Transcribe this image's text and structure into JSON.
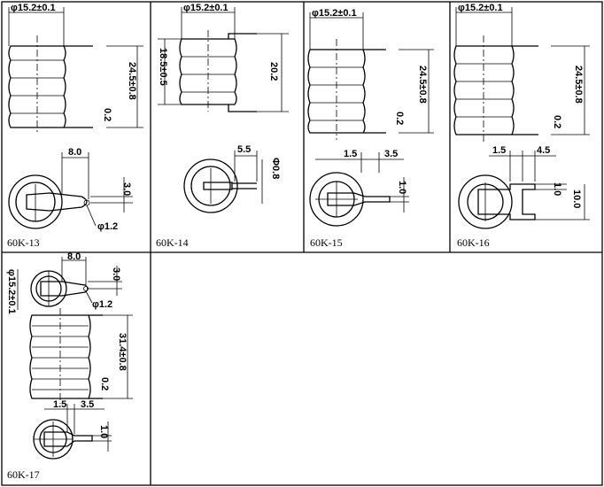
{
  "colors": {
    "ink": "#000000",
    "paper": "#ffffff"
  },
  "panels": [
    {
      "id": "60K-13",
      "label": "60K-13",
      "dims": {
        "diameter": "φ15.2±0.1",
        "height": "24.5±0.8",
        "thickness": "0.2",
        "tab_len": "8.0",
        "tab_offset": "3.0",
        "hole": "φ1.2"
      }
    },
    {
      "id": "60K-14",
      "label": "60K-14",
      "dims": {
        "diameter": "φ15.2±0.1",
        "body_height": "18.5±0.5",
        "pin_span": "20.2",
        "pin_len": "5.5",
        "pin_dia": "Φ0.8"
      }
    },
    {
      "id": "60K-15",
      "label": "60K-15",
      "dims": {
        "diameter": "φ15.2±0.1",
        "height": "24.5±0.8",
        "thickness": "0.2",
        "pitch_a": "1.5",
        "pitch_b": "3.5",
        "pin_w": "1.0"
      }
    },
    {
      "id": "60K-16",
      "label": "60K-16",
      "dims": {
        "diameter": "φ15.2±0.1",
        "height": "24.5±0.8",
        "thickness": "0.2",
        "pitch_a": "1.5",
        "pitch_b": "4.5",
        "pin_w": "1.0",
        "pin_span": "10.0"
      }
    },
    {
      "id": "60K-17",
      "label": "60K-17",
      "dims": {
        "diameter": "φ15.2±0.1",
        "height": "31.4±0.8",
        "thickness": "0.2",
        "tab_len": "8.0",
        "tab_offset": "3.0",
        "hole": "φ1.2",
        "pitch_a": "1.5",
        "pitch_b": "3.5",
        "pin_w": "1.0"
      }
    }
  ]
}
